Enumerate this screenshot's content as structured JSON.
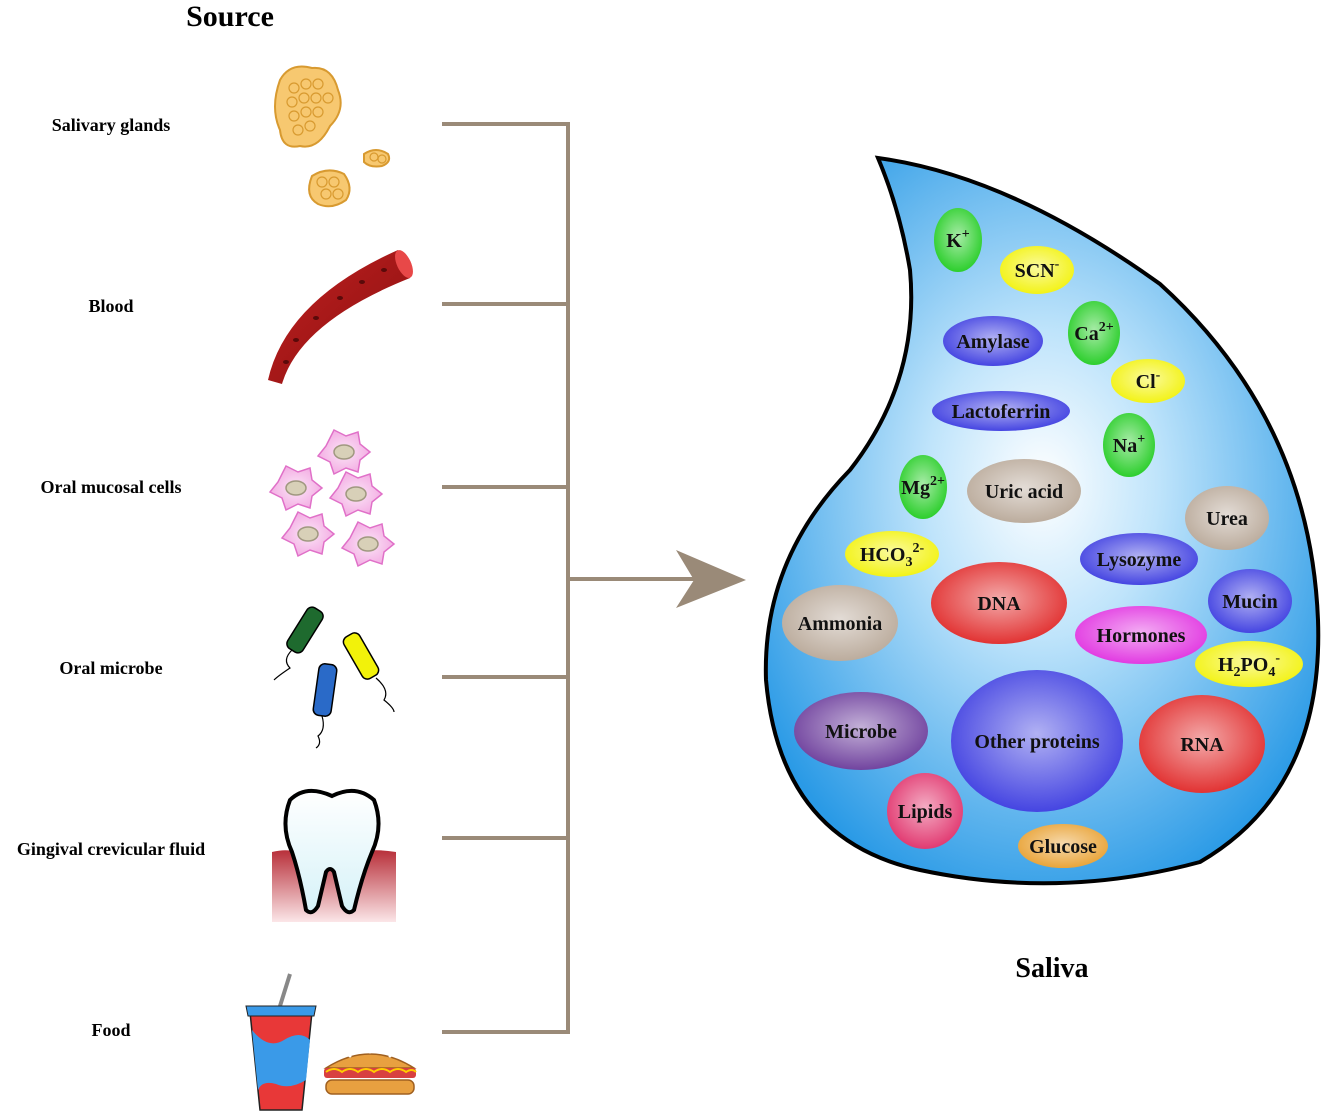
{
  "heading": "Source",
  "sources": [
    {
      "label": "Salivary glands",
      "icon": "salivary-glands-icon"
    },
    {
      "label": "Blood",
      "icon": "blood-vessel-icon"
    },
    {
      "label": "Oral mucosal cells",
      "icon": "mucosal-cells-icon"
    },
    {
      "label": "Oral microbe",
      "icon": "bacteria-icon"
    },
    {
      "label": "Gingival crevicular fluid",
      "icon": "tooth-icon"
    },
    {
      "label": "Food",
      "icon": "food-icon"
    }
  ],
  "target_label": "Saliva",
  "components": [
    {
      "id": "k",
      "base": "K",
      "sup": "+",
      "sub": "",
      "color": "#22cc22"
    },
    {
      "id": "scn",
      "base": "SCN",
      "sup": "-",
      "sub": "",
      "color": "#f2f20a"
    },
    {
      "id": "ca",
      "base": "Ca",
      "sup": "2+",
      "sub": "",
      "color": "#22cc22"
    },
    {
      "id": "amylase",
      "base": "Amylase",
      "sup": "",
      "sub": "",
      "color": "#3b3be0"
    },
    {
      "id": "cl",
      "base": "Cl",
      "sup": "-",
      "sub": "",
      "color": "#f2f20a"
    },
    {
      "id": "lactoferrin",
      "base": "Lactoferrin",
      "sup": "",
      "sub": "",
      "color": "#3b3be0"
    },
    {
      "id": "na",
      "base": "Na",
      "sup": "+",
      "sub": "",
      "color": "#22cc22"
    },
    {
      "id": "mg",
      "base": "Mg",
      "sup": "2+",
      "sub": "",
      "color": "#22cc22"
    },
    {
      "id": "uric",
      "base": "Uric acid",
      "sup": "",
      "sub": "",
      "color": "#b8a898"
    },
    {
      "id": "urea",
      "base": "Urea",
      "sup": "",
      "sub": "",
      "color": "#b8a898"
    },
    {
      "id": "hco3",
      "base": "HCO",
      "sub": "3",
      "sup": "2-",
      "color": "#f2f20a"
    },
    {
      "id": "lysozyme",
      "base": "Lysozyme",
      "sup": "",
      "sub": "",
      "color": "#3b3be0"
    },
    {
      "id": "dna",
      "base": "DNA",
      "sup": "",
      "sub": "",
      "color": "#e02828"
    },
    {
      "id": "mucin",
      "base": "Mucin",
      "sup": "",
      "sub": "",
      "color": "#3b3be0"
    },
    {
      "id": "ammonia",
      "base": "Ammonia",
      "sup": "",
      "sub": "",
      "color": "#b8a898"
    },
    {
      "id": "hormones",
      "base": "Hormones",
      "sup": "",
      "sub": "",
      "color": "#e030e0"
    },
    {
      "id": "h2po4",
      "base": "H",
      "sub": "2",
      "base2": "PO",
      "sub2": "4",
      "sup": "-",
      "color": "#f2f20a"
    },
    {
      "id": "microbe",
      "base": "Microbe",
      "sup": "",
      "sub": "",
      "color": "#6a3a9a"
    },
    {
      "id": "other",
      "base": "Other proteins",
      "sup": "",
      "sub": "",
      "color": "#3b3be0"
    },
    {
      "id": "rna",
      "base": "RNA",
      "sup": "",
      "sub": "",
      "color": "#e02828"
    },
    {
      "id": "lipids",
      "base": "Lipids",
      "sup": "",
      "sub": "",
      "color": "#e0306a"
    },
    {
      "id": "glucose",
      "base": "Glucose",
      "sup": "",
      "sub": "",
      "color": "#e8a030"
    }
  ],
  "colors": {
    "connector": "#9a8a78",
    "drop_edge": "#4aa8e8",
    "drop_center": "#ffffff",
    "drop_outline": "#000000"
  }
}
